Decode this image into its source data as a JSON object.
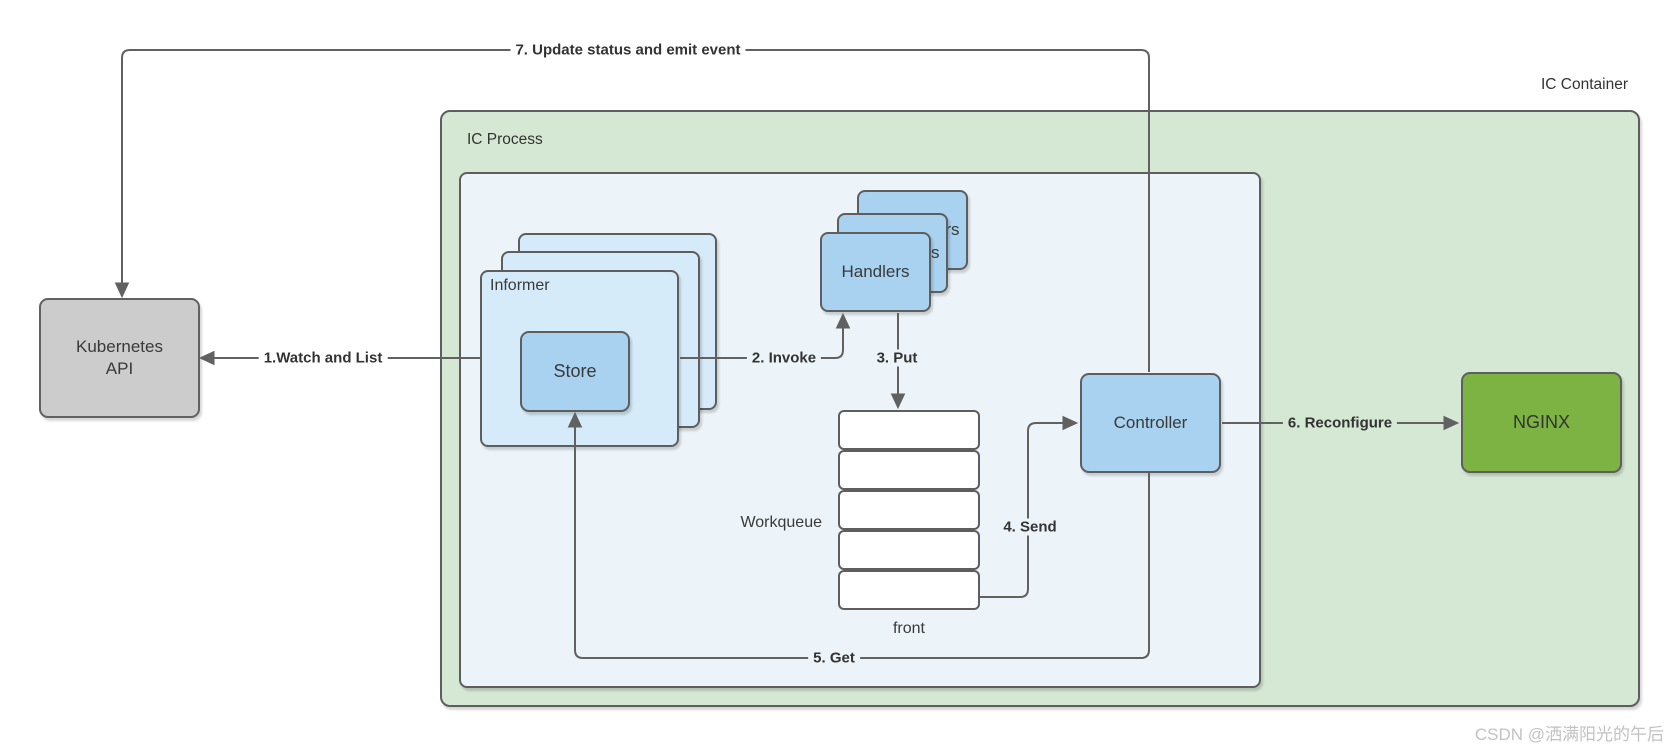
{
  "diagram": {
    "title_context": "Kubernetes Ingress Controller architecture",
    "containers": {
      "outer_label": "IC Container",
      "inner_label": "IC Process"
    },
    "nodes": {
      "kubernetes_api": {
        "label_line1": "Kubernetes",
        "label_line2": "API"
      },
      "informer": {
        "label": "Informer",
        "stack_count": 3
      },
      "store": {
        "label": "Store"
      },
      "handlers": {
        "label": "Handlers",
        "stack_count": 3
      },
      "workqueue": {
        "label": "Workqueue",
        "front_label": "front",
        "cell_count": 5
      },
      "controller": {
        "label": "Controller"
      },
      "nginx": {
        "label": "NGINX"
      }
    },
    "edges": [
      {
        "label": "1.Watch and List",
        "from": "Informer",
        "to": "Kubernetes API"
      },
      {
        "label": "2. Invoke",
        "from": "Informer",
        "to": "Handlers"
      },
      {
        "label": "3. Put",
        "from": "Handlers",
        "to": "Workqueue"
      },
      {
        "label": "4. Send",
        "from": "Workqueue",
        "to": "Controller"
      },
      {
        "label": "5. Get",
        "from": "Controller",
        "to": "Store"
      },
      {
        "label": "6. Reconfigure",
        "from": "Controller",
        "to": "NGINX"
      },
      {
        "label": "7. Update status and emit event",
        "from": "Controller",
        "to": "Kubernetes API"
      }
    ],
    "colors": {
      "outer_container_fill": "#d5e8d4",
      "inner_process_fill": "#ecf4f9",
      "card_light_blue": "#d6ebf9",
      "node_blue": "#a8d2f0",
      "api_gray": "#cccccc",
      "nginx_green": "#7cb342",
      "line_gray": "#616161",
      "text": "#333333"
    },
    "watermark": "CSDN @洒满阳光的午后"
  }
}
